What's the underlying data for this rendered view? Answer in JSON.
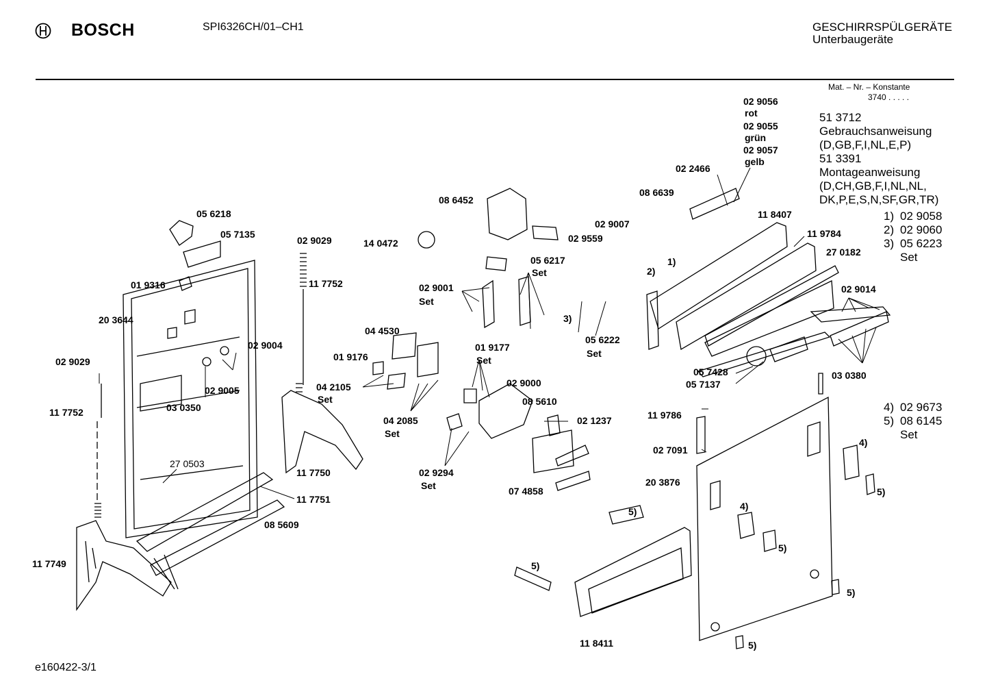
{
  "header": {
    "brand": "BOSCH",
    "model": "SPI6326CH/01–CH1",
    "category_line1": "GESCHIRRSPÜLGERÄTE",
    "category_line2": "Unterbaugeräte"
  },
  "side_info": {
    "mat_label": "Mat. – Nr. – Konstante",
    "mat_value": "3740 . . . . .",
    "lines": [
      "51 3712",
      "Gebrauchsanweisung",
      "(D,GB,F,I,NL,E,P)",
      "51 3391",
      "Montageanweisung",
      "(D,CH,GB,F,I,NL,NL,",
      "DK,P,E,S,N,SF,GR,TR)"
    ],
    "notes_a": [
      {
        "key": "1)",
        "value": "02 9058"
      },
      {
        "key": "2)",
        "value": "02 9060"
      },
      {
        "key": "3)",
        "value": "05 6223"
      }
    ],
    "notes_a_set": "Set",
    "notes_b": [
      {
        "key": "4)",
        "value": "02 9673"
      },
      {
        "key": "5)",
        "value": "08 6145"
      }
    ],
    "notes_b_set": "Set"
  },
  "part_labels": [
    "02 9056",
    "rot",
    "02 9055",
    "grün",
    "02 9057",
    "gelb",
    "02 2466",
    "08 6639",
    "11 8407",
    "11 9784",
    "27 0182",
    "02 9014",
    "08 6452",
    "14 0472",
    "02 9007",
    "02 9559",
    "1)",
    "2)",
    "3)",
    "05 6217",
    "Set",
    "02 9001",
    "Set",
    "05 6222",
    "Set",
    "05 6218",
    "05 7135",
    "01 9316",
    "20 3644",
    "02 9004",
    "02 9005",
    "03 0350",
    "02 9029",
    "11 7752",
    "02 9029",
    "11 7752",
    "27 0503",
    "04 4530",
    "01 9176",
    "04 2105",
    "Set",
    "04 2085",
    "Set",
    "01 9177",
    "Set",
    "02 9000",
    "08 5610",
    "02 1237",
    "05 7428",
    "05 7137",
    "03 0380",
    "11 9786",
    "02 7091",
    "20 3876",
    "4)",
    "5)",
    "5)",
    "4)",
    "5)",
    "5)",
    "5)",
    "5)",
    "5)",
    "02 9294",
    "Set",
    "07 4858",
    "11 7750",
    "11 7751",
    "08 5609",
    "11 7749",
    "11 8411"
  ],
  "footer": {
    "code": "e160422-3/1"
  }
}
